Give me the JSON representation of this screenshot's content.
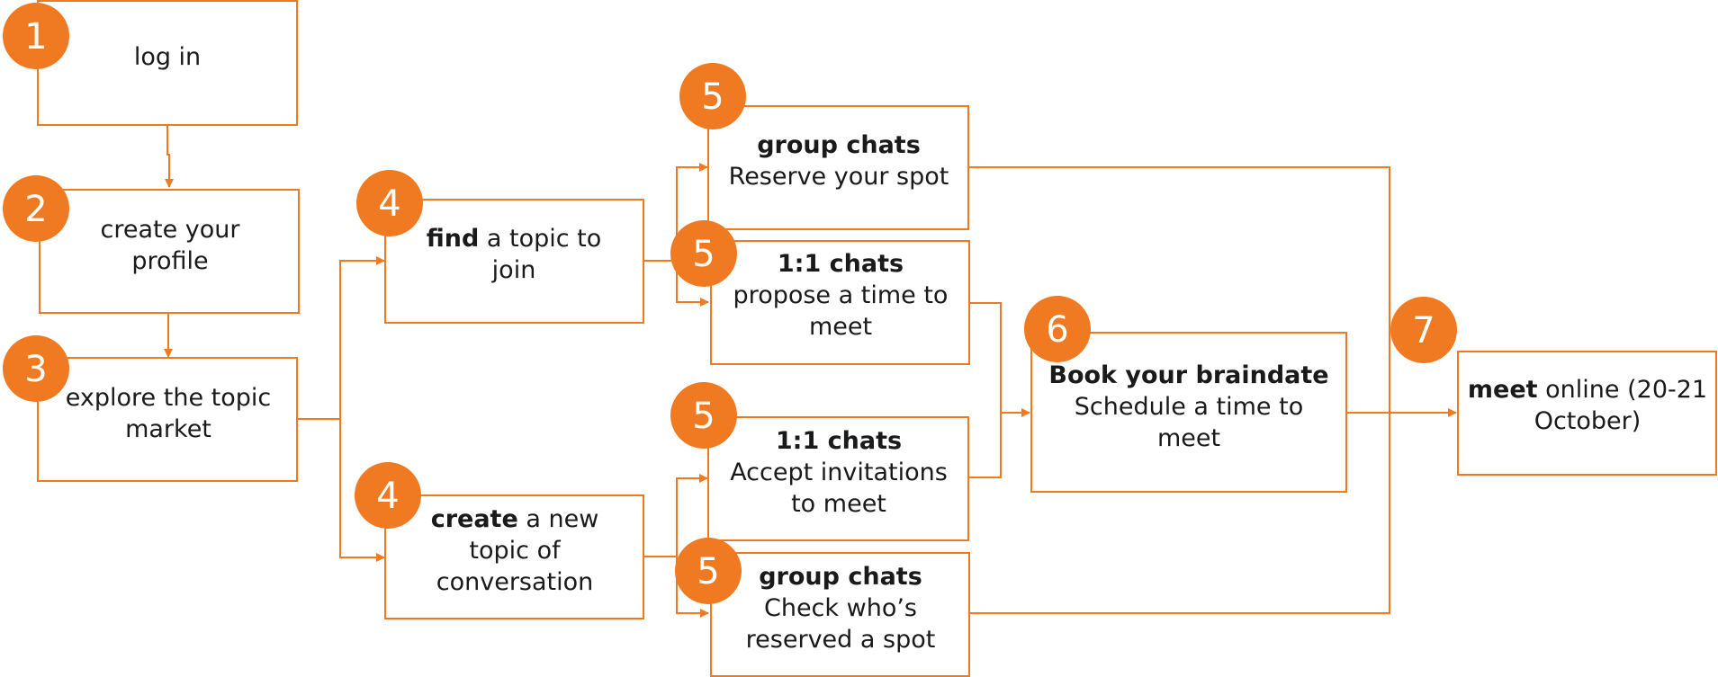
{
  "colors": {
    "accent": "#F07A21",
    "text": "#1a1a1a",
    "background": "#ffffff"
  },
  "steps": [
    {
      "id": "s1",
      "number": "1",
      "lines": [
        {
          "plain": "log in"
        }
      ]
    },
    {
      "id": "s2",
      "number": "2",
      "lines": [
        {
          "plain": "create your"
        },
        {
          "plain": "profile"
        }
      ]
    },
    {
      "id": "s3",
      "number": "3",
      "lines": [
        {
          "plain": "explore the topic"
        },
        {
          "plain": "market"
        }
      ]
    },
    {
      "id": "s4a",
      "number": "4",
      "lines": [
        {
          "bold": "find",
          "plain": " a topic to"
        },
        {
          "plain": "join"
        }
      ]
    },
    {
      "id": "s4b",
      "number": "4",
      "lines": [
        {
          "bold": "create",
          "plain": " a new"
        },
        {
          "plain": "topic of"
        },
        {
          "plain": "conversation"
        }
      ]
    },
    {
      "id": "s5a",
      "number": "5",
      "lines": [
        {
          "bold": "group chats"
        },
        {
          "plain": "Reserve your spot"
        }
      ]
    },
    {
      "id": "s5b",
      "number": "5",
      "lines": [
        {
          "bold": "1:1 chats"
        },
        {
          "plain": "propose a time to"
        },
        {
          "plain": "meet"
        }
      ]
    },
    {
      "id": "s5c",
      "number": "5",
      "lines": [
        {
          "bold": "1:1 chats"
        },
        {
          "plain": "Accept invitations"
        },
        {
          "plain": "to meet"
        }
      ]
    },
    {
      "id": "s5d",
      "number": "5",
      "lines": [
        {
          "bold": "group chats"
        },
        {
          "plain": "Check who’s"
        },
        {
          "plain": "reserved a spot"
        }
      ]
    },
    {
      "id": "s6",
      "number": "6",
      "lines": [
        {
          "bold": "Book your braindate"
        },
        {
          "plain": "Schedule a time to"
        },
        {
          "plain": "meet"
        }
      ]
    },
    {
      "id": "s7",
      "number": "7",
      "lines": [
        {
          "bold": "meet",
          "plain": " online (20-21"
        },
        {
          "plain": "October)"
        }
      ]
    }
  ]
}
